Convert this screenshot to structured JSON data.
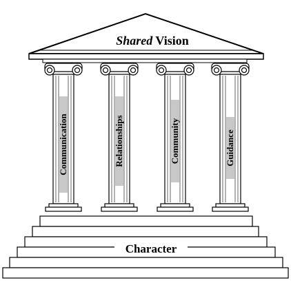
{
  "roof": {
    "title_emphasis": "Shared",
    "title_rest": " Vision"
  },
  "pillars": [
    {
      "label": "Communication"
    },
    {
      "label": "Relationships"
    },
    {
      "label": "Community"
    },
    {
      "label": "Guidance"
    }
  ],
  "base": {
    "label": "Character"
  },
  "colors": {
    "line": "#000000",
    "background": "#ffffff",
    "label_band": "#c8c8c8"
  }
}
